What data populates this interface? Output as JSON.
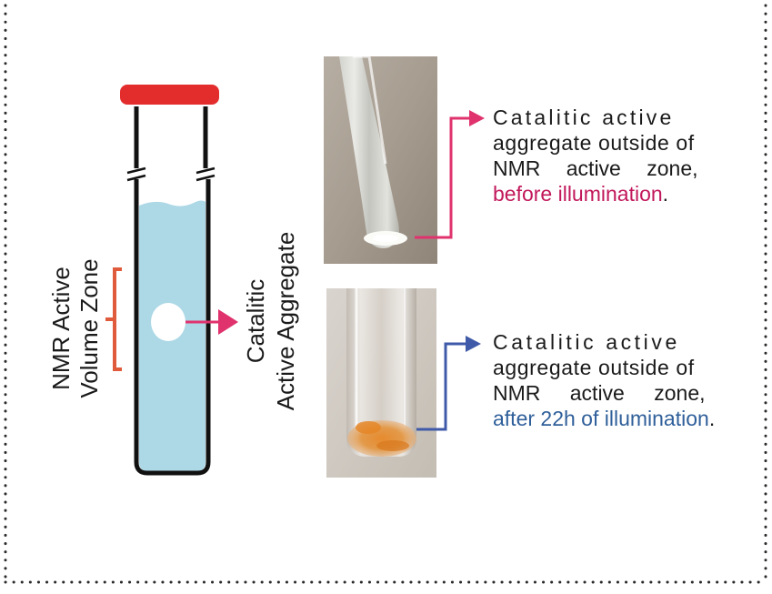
{
  "left_labels": {
    "nmr_zone_line1": "NMR Active",
    "nmr_zone_line2": "Volume Zone",
    "aggregate_line1": "Catalitic",
    "aggregate_line2": "Active Aggregate"
  },
  "captions": {
    "before": {
      "line1": "Catalitic active",
      "line2": "aggregate outside of",
      "line3": "NMR  active zone,",
      "highlight": "before illumination",
      "suffix": ".",
      "arrow_color": "#e0336e",
      "highlight_color": "#c2185b"
    },
    "after": {
      "line1": "Catalitic active",
      "line2": "aggregate outside of",
      "line3": "NMR  active zone,",
      "highlight": "after 22h of illumination",
      "suffix": ".",
      "arrow_color": "#3f5aa8",
      "highlight_color": "#2f5f9a"
    }
  },
  "colors": {
    "cap": "#e32d2d",
    "liquid": "#add8e6",
    "bracket": "#e05a3c",
    "pointer_arrow": "#e0336e",
    "border_dots": "#2a2a2a"
  },
  "photos": [
    {
      "name": "tube-photo-before",
      "contents": "white aggregate at bottom of clear tube"
    },
    {
      "name": "tube-photo-after",
      "contents": "orange aggregate at bottom of tube"
    }
  ]
}
